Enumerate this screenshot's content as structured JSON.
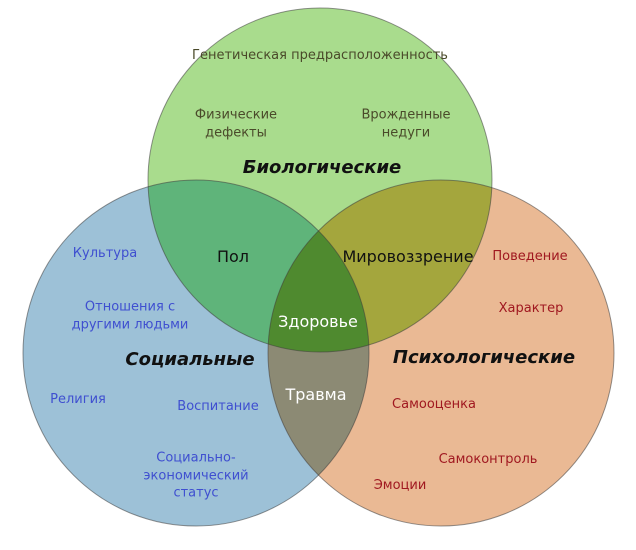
{
  "colors": {
    "biological": "#a9dc8d",
    "social": "#9dc1d7",
    "psychological": "#eab994",
    "bio_social": "#5fb47a",
    "bio_psy": "#a4a63d",
    "social_psy": "#8c8a74",
    "all": "#4f8a2f"
  },
  "circles": {
    "biological": {
      "title": "Биологические",
      "items": [
        "Генетическая предрасположенность",
        "Физические дефекты",
        "Врожденные недуги"
      ]
    },
    "social": {
      "title": "Социальные",
      "items": [
        "Культура",
        "Отношения с другими людьми",
        "Религия",
        "Воспитание",
        "Социально-экономический статус"
      ]
    },
    "psychological": {
      "title": "Психологические",
      "items": [
        "Поведение",
        "Характер",
        "Самооценка",
        "Самоконтроль",
        "Эмоции"
      ]
    }
  },
  "overlaps": {
    "bio_social": "Пол",
    "bio_psy": "Мировоззрение",
    "social_psy": "Травма",
    "all": "Здоровье"
  }
}
